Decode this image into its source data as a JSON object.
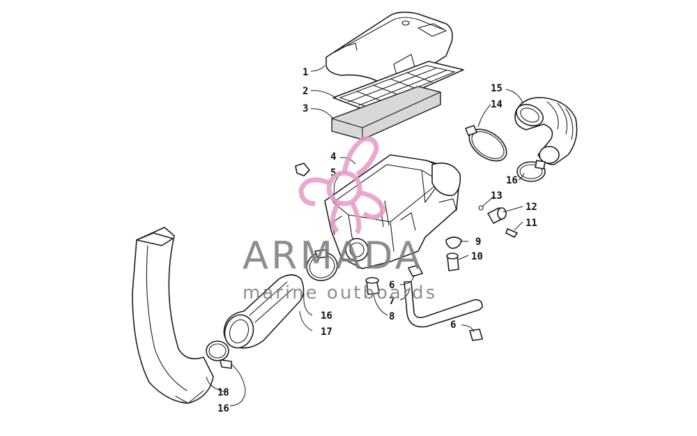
{
  "callouts": [
    {
      "id": "c1",
      "text": "1"
    },
    {
      "id": "c2",
      "text": "2"
    },
    {
      "id": "c3",
      "text": "3"
    },
    {
      "id": "c4",
      "text": "4"
    },
    {
      "id": "c5",
      "text": "5"
    },
    {
      "id": "c6a",
      "text": "6"
    },
    {
      "id": "c6b",
      "text": "6"
    },
    {
      "id": "c7",
      "text": "7"
    },
    {
      "id": "c8",
      "text": "8"
    },
    {
      "id": "c9",
      "text": "9"
    },
    {
      "id": "c10",
      "text": "10"
    },
    {
      "id": "c11",
      "text": "11"
    },
    {
      "id": "c12",
      "text": "12"
    },
    {
      "id": "c13",
      "text": "13"
    },
    {
      "id": "c14",
      "text": "14"
    },
    {
      "id": "c15",
      "text": "15"
    },
    {
      "id": "c16a",
      "text": "16"
    },
    {
      "id": "c16b",
      "text": "16"
    },
    {
      "id": "c16c",
      "text": "16"
    },
    {
      "id": "c17",
      "text": "17"
    },
    {
      "id": "c18",
      "text": "18"
    }
  ],
  "watermark": {
    "brand": "ARMADA",
    "tagline": "marine outboards",
    "logo_color": "#e59ac7",
    "text_color": "#7a7a7a"
  }
}
